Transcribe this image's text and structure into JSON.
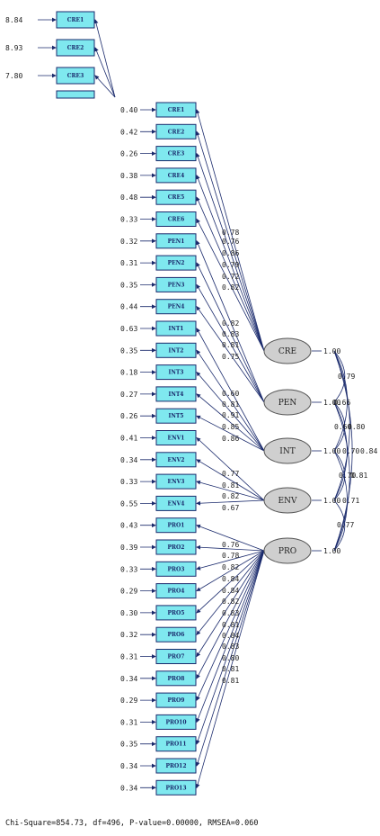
{
  "top_boxes": [
    {
      "label": "CRE1",
      "error": "8.84"
    },
    {
      "label": "CRE2",
      "error": "8.93"
    },
    {
      "label": "CRE3",
      "error": "7.80"
    }
  ],
  "indicators": [
    {
      "label": "CRE1",
      "error": "0.40",
      "factor": "CRE",
      "loading": "0.78"
    },
    {
      "label": "CRE2",
      "error": "0.42",
      "factor": "CRE",
      "loading": "0.76"
    },
    {
      "label": "CRE3",
      "error": "0.26",
      "factor": "CRE",
      "loading": "0.86"
    },
    {
      "label": "CRE4",
      "error": "0.38",
      "factor": "CRE",
      "loading": "0.79"
    },
    {
      "label": "CRE5",
      "error": "0.48",
      "factor": "CRE",
      "loading": "0.72"
    },
    {
      "label": "CRE6",
      "error": "0.33",
      "factor": "CRE",
      "loading": "0.82"
    },
    {
      "label": "PEN1",
      "error": "0.32",
      "factor": "PEN",
      "loading": "0.82"
    },
    {
      "label": "PEN2",
      "error": "0.31",
      "factor": "PEN",
      "loading": "0.83"
    },
    {
      "label": "PEN3",
      "error": "0.35",
      "factor": "PEN",
      "loading": "0.81"
    },
    {
      "label": "PEN4",
      "error": "0.44",
      "factor": "PEN",
      "loading": "0.75"
    },
    {
      "label": "INT1",
      "error": "0.63",
      "factor": "INT",
      "loading": "0.60"
    },
    {
      "label": "INT2",
      "error": "0.35",
      "factor": "INT",
      "loading": "0.81"
    },
    {
      "label": "INT3",
      "error": "0.18",
      "factor": "INT",
      "loading": "0.91"
    },
    {
      "label": "INT4",
      "error": "0.27",
      "factor": "INT",
      "loading": "0.85"
    },
    {
      "label": "INT5",
      "error": "0.26",
      "factor": "INT",
      "loading": "0.86"
    },
    {
      "label": "ENV1",
      "error": "0.41",
      "factor": "ENV",
      "loading": "0.77"
    },
    {
      "label": "ENV2",
      "error": "0.34",
      "factor": "ENV",
      "loading": "0.81"
    },
    {
      "label": "ENV3",
      "error": "0.33",
      "factor": "ENV",
      "loading": "0.82"
    },
    {
      "label": "ENV4",
      "error": "0.55",
      "factor": "ENV",
      "loading": "0.67"
    },
    {
      "label": "PRO1",
      "error": "0.43",
      "factor": "PRO",
      "loading": "0.76"
    },
    {
      "label": "PRO2",
      "error": "0.39",
      "factor": "PRO",
      "loading": "0.78"
    },
    {
      "label": "PRO3",
      "error": "0.33",
      "factor": "PRO",
      "loading": "0.82"
    },
    {
      "label": "PRO4",
      "error": "0.29",
      "factor": "PRO",
      "loading": "0.84"
    },
    {
      "label": "PRO5",
      "error": "0.30",
      "factor": "PRO",
      "loading": "0.84"
    },
    {
      "label": "PRO6",
      "error": "0.32",
      "factor": "PRO",
      "loading": "0.82"
    },
    {
      "label": "PRO7",
      "error": "0.31",
      "factor": "PRO",
      "loading": "0.83"
    },
    {
      "label": "PRO8",
      "error": "0.34",
      "factor": "PRO",
      "loading": "0.81"
    },
    {
      "label": "PRO9",
      "error": "0.29",
      "factor": "PRO",
      "loading": "0.84"
    },
    {
      "label": "PRO10",
      "error": "0.31",
      "factor": "PRO",
      "loading": "0.83"
    },
    {
      "label": "PRO11",
      "error": "0.35",
      "factor": "PRO",
      "loading": "0.80"
    },
    {
      "label": "PRO12",
      "error": "0.34",
      "factor": "PRO",
      "loading": "0.81"
    },
    {
      "label": "PRO13",
      "error": "0.34",
      "factor": "PRO",
      "loading": "0.81"
    }
  ],
  "latents": [
    {
      "label": "CRE",
      "variance": "1.00"
    },
    {
      "label": "PEN",
      "variance": "1.00"
    },
    {
      "label": "INT",
      "variance": "1.00"
    },
    {
      "label": "ENV",
      "variance": "1.00"
    },
    {
      "label": "PRO",
      "variance": "1.00"
    }
  ],
  "covariances": [
    {
      "value": "0.79"
    },
    {
      "value": "0.66"
    },
    {
      "value": "0.60"
    },
    {
      "value": "0.80"
    },
    {
      "value": "0.70"
    },
    {
      "value": "0.84"
    },
    {
      "value": "0.70"
    },
    {
      "value": "0.81"
    },
    {
      "value": "0.71"
    },
    {
      "value": "0.77"
    }
  ],
  "footer": {
    "text": "Chi-Square=854.73, df=496, P-value=0.00000, RMSEA=0.060"
  },
  "colors": {
    "box": "#7fe8ef",
    "latent": "#cfcfcf",
    "line": "#1a2a6c"
  }
}
